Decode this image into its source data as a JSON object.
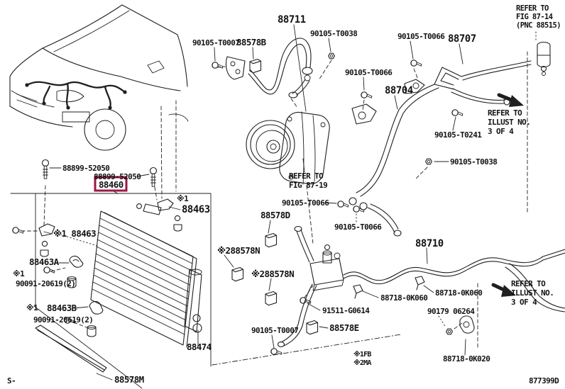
{
  "diagram": {
    "footer_code": "877399D",
    "corner_mark": "S-",
    "highlight_color": "#9c1743",
    "selected_part": "88460"
  },
  "callouts": {
    "c88711": "88711",
    "c90105_t0007_top": "90105-T0007",
    "c88578b": "88578B",
    "c90105_t0038_top": "90105-T0038",
    "c90105_t0066_a": "90105-T0066",
    "c88707": "88707",
    "c90105_t0066_b": "90105-T0066",
    "c88704": "88704",
    "c90105_t0241": "90105-T0241",
    "c90105_t0038_mid": "90105-T0038",
    "c90105_t0066_c": "90105-T0066",
    "c90105_t0066_d": "90105-T0066",
    "c88578d": "88578D",
    "c88578n_1": "※288578N",
    "c88578n_2": "※288578N",
    "c88710": "88710",
    "c88718_0k060_r": "88718-0K060",
    "c88718_0k060_l": "88718-0K060",
    "c91511_g0614": "91511-G0614",
    "c88578e": "88578E",
    "c90105_t0007_bot": "90105-T0007",
    "c90179_06264": "90179 06264",
    "c88718_0k020": "88718-0K020",
    "c88899_52050_1": "88899-52050",
    "c88899_52050_2": "88899-52050",
    "c88460": "88460",
    "c88463_r_star": "※1",
    "c88463_r": "88463",
    "c88463_l": "※1 88463",
    "c88463a": "88463A",
    "c_star1_left": "※1",
    "c90091_20619_1": "90091-20619(2)",
    "c88463b_star": "※1",
    "c88463b": "88463B",
    "c90091_20619_2": "90091-20619(2)",
    "c88474": "88474",
    "c88578m": "88578M"
  },
  "notes": {
    "refer_fig_87_14": [
      "REFER TO",
      "FIG 87-14",
      "(PNC 88515)"
    ],
    "refer_illust_top": [
      "REFER TO",
      "ILLUST NO.",
      "3 OF 4"
    ],
    "refer_fig_87_19": [
      "REFER TO",
      "FIG 87-19"
    ],
    "refer_illust_bottom": [
      "REFER TO",
      "ILLUST NO.",
      "3 OF 4"
    ],
    "legend": [
      "※1FB",
      "※2MA"
    ]
  }
}
